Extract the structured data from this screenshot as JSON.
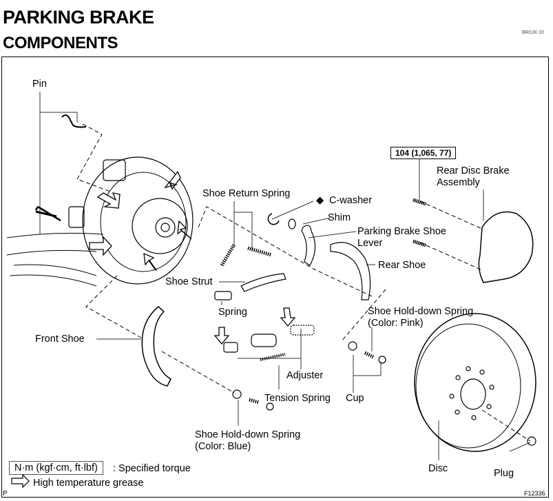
{
  "header": {
    "title": "PARKING BRAKE",
    "subtitle": "COMPONENTS",
    "doc_code": "BR0JX-10"
  },
  "torque_spec": "104 (1,065, 77)",
  "labels": {
    "pin": "Pin",
    "shoe_return_spring": "Shoe Return Spring",
    "c_washer": "C-washer",
    "c_washer_marker": "◆",
    "shim": "Shim",
    "parking_brake_shoe_lever_1": "Parking Brake Shoe",
    "parking_brake_shoe_lever_2": "Lever",
    "rear_shoe": "Rear Shoe",
    "rear_disc_brake_1": "Rear Disc Brake",
    "rear_disc_brake_2": "Assembly",
    "shoe_strut": "Shoe Strut",
    "spring": "Spring",
    "front_shoe": "Front Shoe",
    "adjuster": "Adjuster",
    "tension_spring": "Tension Spring",
    "cup": "Cup",
    "hold_down_pink_1": "Shoe Hold-down Spring",
    "hold_down_pink_2": "(Color: Pink)",
    "hold_down_blue_1": "Shoe Hold-down Spring",
    "hold_down_blue_2": "(Color: Blue)",
    "disc": "Disc",
    "plug": "Plug"
  },
  "legend": {
    "torque_unit": "N·m (kgf·cm, ft·lbf)",
    "torque_desc": ": Specified torque",
    "grease_desc": "High temperature grease"
  },
  "footer": {
    "figure_id": "F12336",
    "page_mark": "P"
  }
}
